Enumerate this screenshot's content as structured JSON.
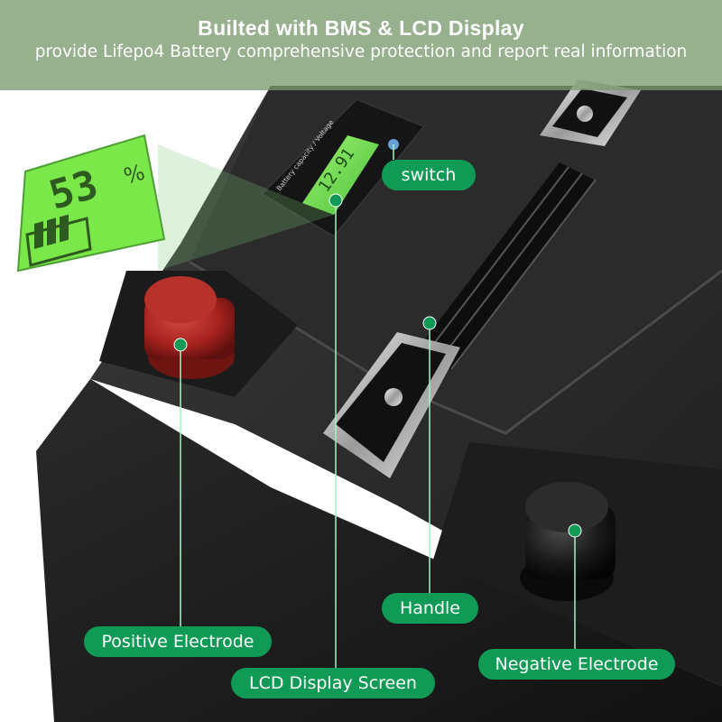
{
  "banner": {
    "title": "Builted with BMS & LCD Display",
    "subtitle": "provide  Lifepo4 Battery comprehensive protection and report real information"
  },
  "lcd": {
    "panel_caption": "Battery capacity / Voltage",
    "screen_value": "12.91",
    "zoom_value": "53",
    "zoom_unit": "%"
  },
  "labels": {
    "switch": "switch",
    "handle": "Handle",
    "positive": "Positive Electrode",
    "negative": "Negative Electrode",
    "lcd": "LCD Display Screen"
  },
  "colors": {
    "label_green": "#0f9a55",
    "lcd_green": "#7be84a",
    "banner_green": "#7a9a6e",
    "battery_body": "#1c1c1c",
    "positive_cap": "#a8231f"
  }
}
